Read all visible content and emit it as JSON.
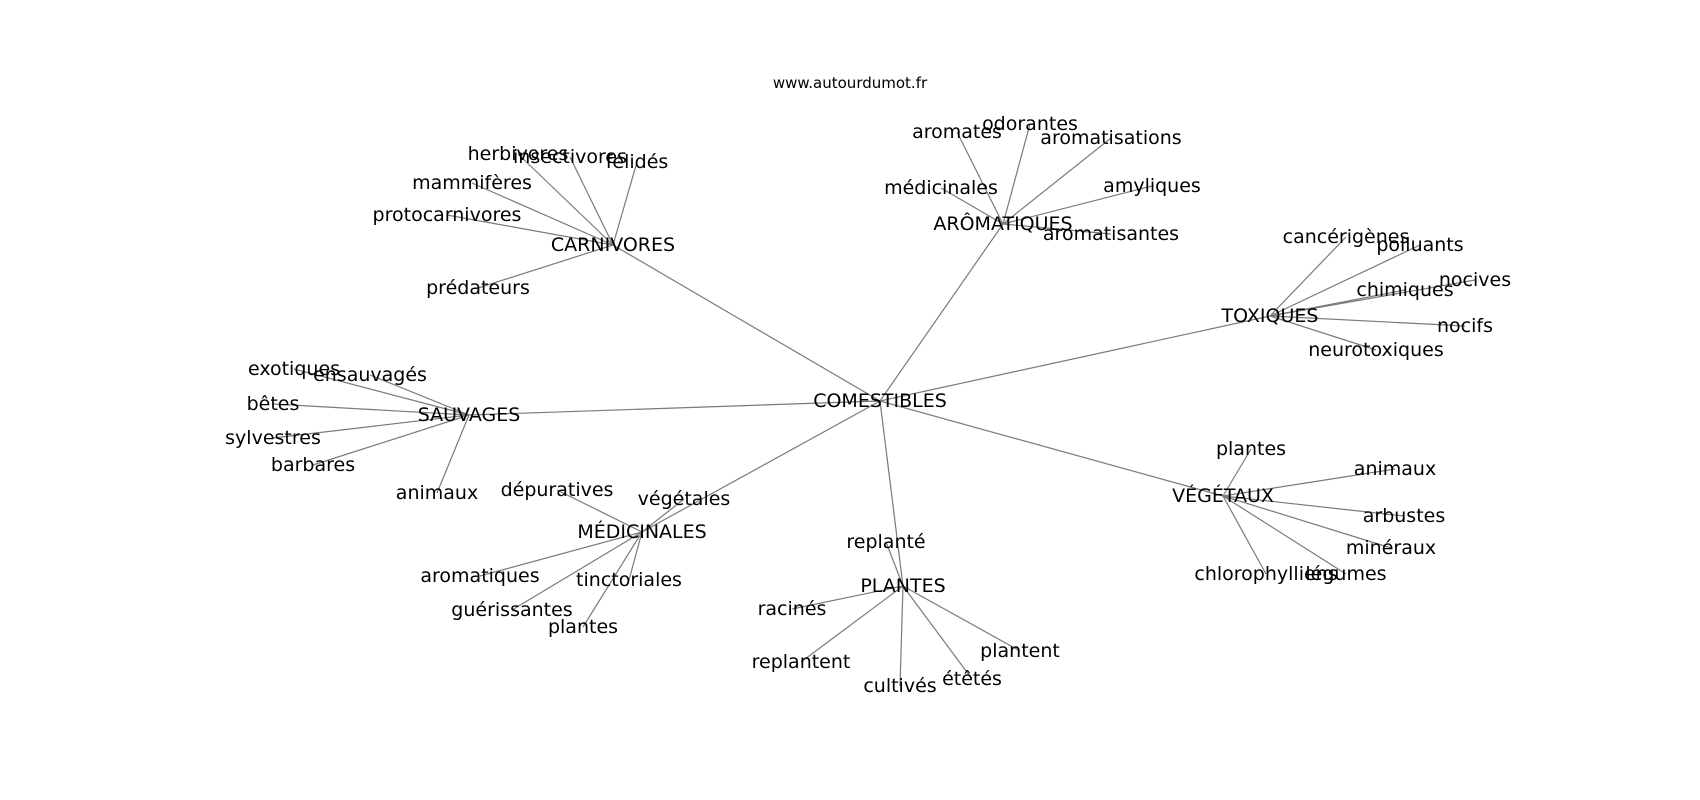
{
  "source": "www.autourdumot.fr",
  "root": {
    "label": "COMESTIBLES"
  },
  "hubs": [
    {
      "id": "carnivores",
      "label": "CARNIVORES",
      "leaves": [
        "herbivores",
        "insectivores",
        "félidés",
        "mammifères",
        "protocarnivores",
        "prédateurs"
      ]
    },
    {
      "id": "aromatiques",
      "label": "ARÔMATIQUES",
      "leaves": [
        "aromates",
        "odorantes",
        "aromatisations",
        "médicinales",
        "amyliques",
        "aromatisantes"
      ]
    },
    {
      "id": "toxiques",
      "label": "TOXIQUES",
      "leaves": [
        "cancérigènes",
        "polluants",
        "nocives",
        "chimiques",
        "nocifs",
        "neurotoxiques"
      ]
    },
    {
      "id": "sauvages",
      "label": "SAUVAGES",
      "leaves": [
        "exotiques",
        "ensauvagés",
        "bêtes",
        "sylvestres",
        "barbares",
        "animaux"
      ]
    },
    {
      "id": "vegetaux",
      "label": "VÉGÉTAUX",
      "leaves": [
        "plantes",
        "animaux",
        "arbustes",
        "minéraux",
        "légumes",
        "chlorophylliens"
      ]
    },
    {
      "id": "medicinales",
      "label": "MÉDICINALES",
      "leaves": [
        "dépuratives",
        "végétales",
        "aromatiques",
        "tinctoriales",
        "guérissantes",
        "plantes"
      ]
    },
    {
      "id": "plantes",
      "label": "PLANTES",
      "leaves": [
        "replanté",
        "racinés",
        "replantent",
        "cultivés",
        "étêtés",
        "plantent"
      ]
    }
  ]
}
